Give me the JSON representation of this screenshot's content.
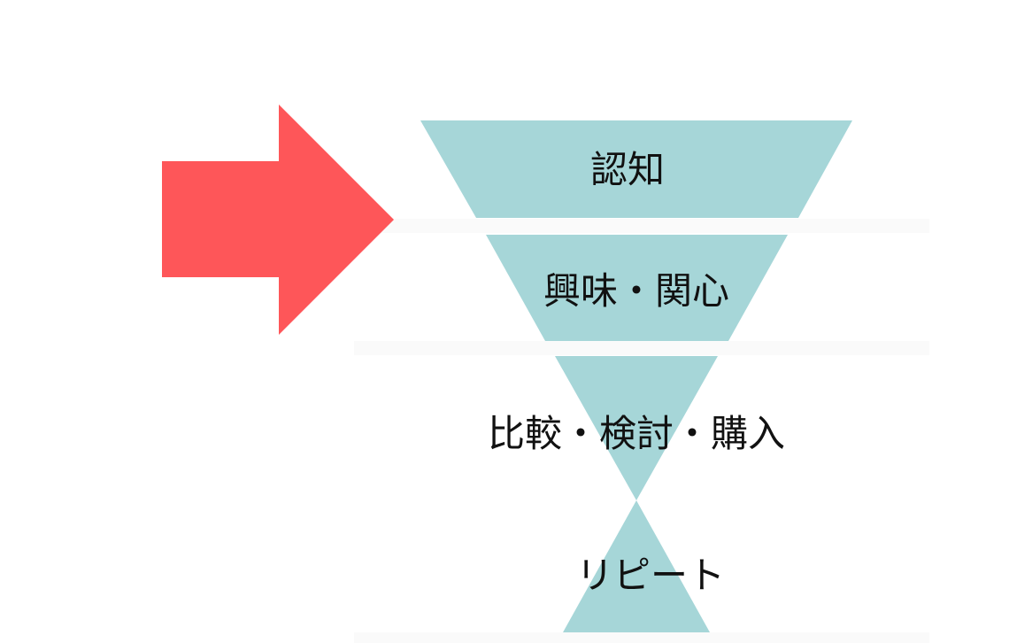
{
  "funnel": {
    "stages": [
      {
        "label": "認知"
      },
      {
        "label": "興味・関心"
      },
      {
        "label": "比較・検討・購入"
      },
      {
        "label": "リピート"
      }
    ]
  },
  "colors": {
    "funnel_fill": "#a6d6d8",
    "arrow_fill": "#fe5659",
    "text": "#111111",
    "separator": "#fafafa"
  },
  "arrow": {
    "direction": "right",
    "icon": "arrow-right-icon",
    "points_to_stage": "認知"
  }
}
